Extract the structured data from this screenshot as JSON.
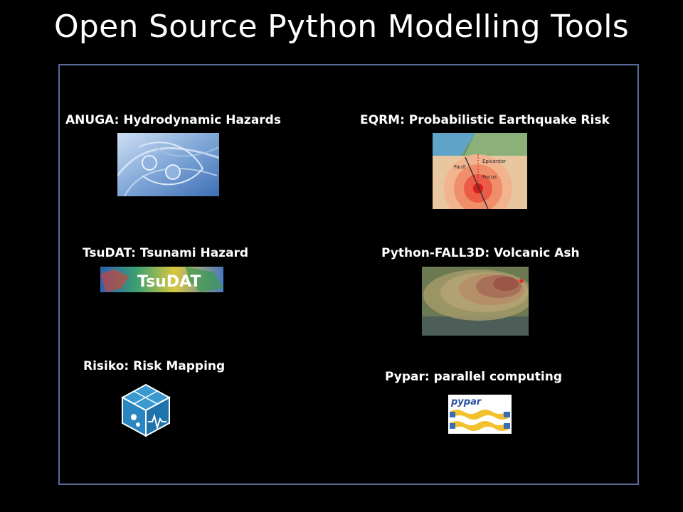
{
  "slide": {
    "title": "Open Source Python Modelling Tools"
  },
  "tools": [
    {
      "label": "ANUGA: Hydrodynamic Hazards",
      "icon": "anuga-wave-icon"
    },
    {
      "label": "EQRM: Probabilistic Earthquake Risk",
      "icon": "earthquake-diagram-icon",
      "image_text": [
        "Epicenter",
        "Fault",
        "Focus"
      ]
    },
    {
      "label": "TsuDAT: Tsunami Hazard",
      "icon": "tsudat-banner-icon",
      "image_text": "TsuDAT"
    },
    {
      "label": "Python-FALL3D: Volcanic Ash",
      "icon": "volcanic-ash-map-icon"
    },
    {
      "label": "Risiko: Risk Mapping",
      "icon": "risiko-cube-icon"
    },
    {
      "label": "Pypar: parallel computing",
      "icon": "pypar-logo-icon",
      "image_text": "pypar"
    }
  ],
  "colors": {
    "background": "#000000",
    "frame_border": "#5a6b9a",
    "text": "#ffffff"
  }
}
